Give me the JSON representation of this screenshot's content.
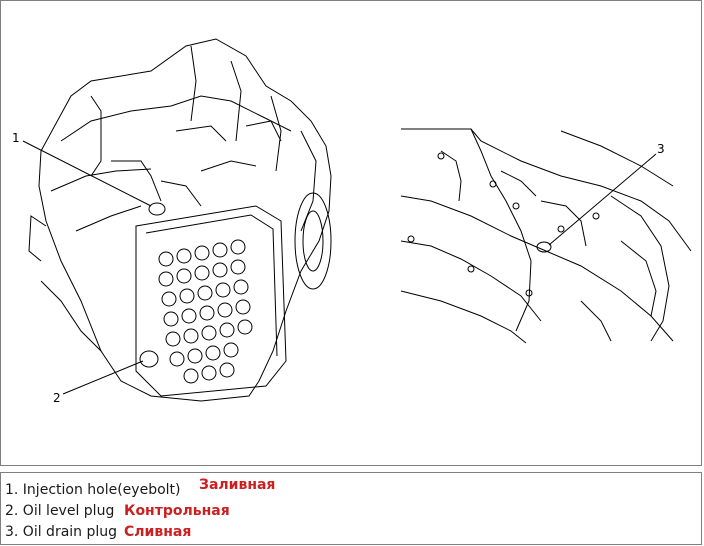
{
  "callouts": [
    {
      "number": "1"
    },
    {
      "number": "2"
    },
    {
      "number": "3"
    }
  ],
  "legend": [
    {
      "number": "1",
      "text": "1. Injection hole(eyebolt)",
      "translation": "Заливная"
    },
    {
      "number": "2",
      "text": "2. Oil level plug",
      "translation": "Контрольная"
    },
    {
      "number": "3",
      "text": "3. Oil drain plug",
      "translation": "Сливная"
    }
  ],
  "colors": {
    "line": "#000000",
    "frame": "#7f7f7f",
    "translation": "#cc2020"
  }
}
